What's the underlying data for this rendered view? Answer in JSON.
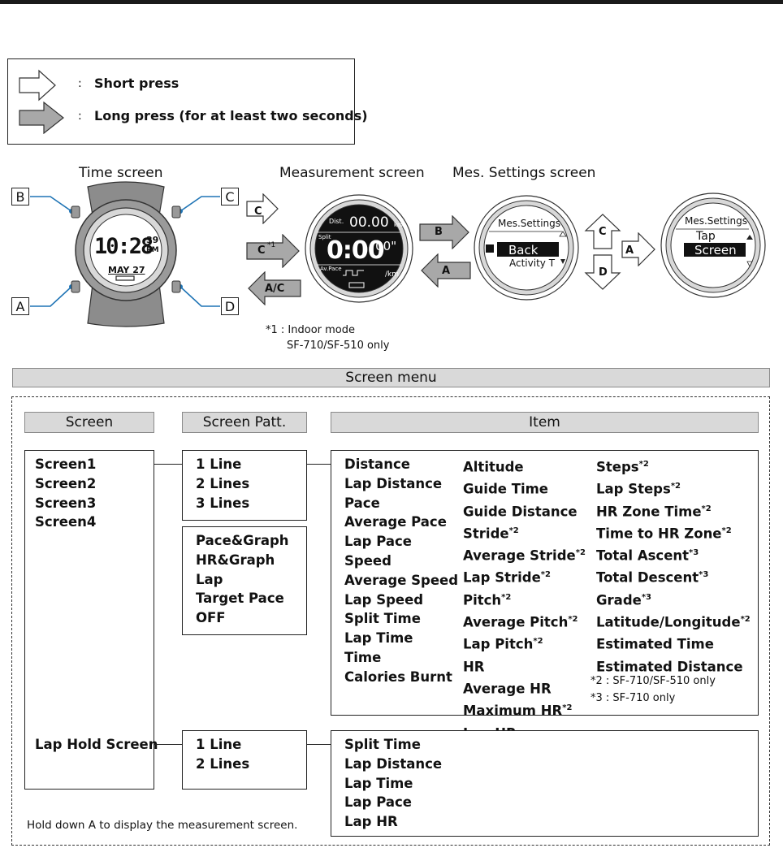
{
  "legend": {
    "short_colon": ":",
    "short_label": "Short press",
    "long_colon": ":",
    "long_label": "Long press (for at least two seconds)"
  },
  "screens": {
    "time_title": "Time screen",
    "measurement_title": "Measurement screen",
    "settings_title": "Mes. Settings screen"
  },
  "buttons": {
    "b": "B",
    "c": "C",
    "a": "A",
    "d": "D"
  },
  "watch_time": {
    "time": "10:28",
    "seconds": "39",
    "ampm": "PM",
    "date": "MAY 27"
  },
  "measurement_watch": {
    "dist_label": "Dist.",
    "dist_value": "00.00",
    "dist_unit": "km",
    "split_label": "Split",
    "split_value": "0:00",
    "split_sub": "'00\"",
    "pace_label": "Av.Pace",
    "pace_unit": "/km"
  },
  "settings_watch1": {
    "title": "Mes.Settings",
    "selected": "Back",
    "next": "Activity T"
  },
  "settings_watch2": {
    "title": "Mes.Settings",
    "line1": "Tap",
    "selected": "Screen"
  },
  "arrows": {
    "c_short": "C",
    "c_long": "C",
    "c_long_note": "*1",
    "ac_long": "A/C",
    "b_long": "B",
    "a_long": "A",
    "up_c": "C",
    "down_d": "D",
    "right_a": "A"
  },
  "footnote1": {
    "line1": "*1 : Indoor mode",
    "line2": "SF-710/SF-510 only"
  },
  "menu": {
    "title": "Screen menu",
    "col_screen": "Screen",
    "col_patt": "Screen Patt.",
    "col_item": "Item",
    "screens": [
      "Screen1",
      "Screen2",
      "Screen3",
      "Screen4"
    ],
    "patterns_a": [
      "1 Line",
      "2 Lines",
      "3 Lines"
    ],
    "patterns_b": [
      "Pace&Graph",
      "HR&Graph",
      "Lap",
      "Target Pace",
      "OFF"
    ],
    "items_col1": [
      "Distance",
      "Lap Distance",
      "Pace",
      "Average Pace",
      "Lap Pace",
      "Speed",
      "Average Speed",
      "Lap Speed",
      "Split Time",
      "Lap Time",
      "Time",
      "Calories Burnt"
    ],
    "items_col2": [
      {
        "t": "Altitude",
        "s": ""
      },
      {
        "t": "Guide Time",
        "s": ""
      },
      {
        "t": "Guide Distance",
        "s": ""
      },
      {
        "t": "Stride",
        "s": "*2"
      },
      {
        "t": "Average Stride",
        "s": "*2"
      },
      {
        "t": "Lap Stride",
        "s": "*2"
      },
      {
        "t": "Pitch",
        "s": "*2"
      },
      {
        "t": "Average Pitch",
        "s": "*2"
      },
      {
        "t": "Lap Pitch",
        "s": "*2"
      },
      {
        "t": "HR",
        "s": ""
      },
      {
        "t": "Average HR",
        "s": ""
      },
      {
        "t": "Maximum HR",
        "s": "*2"
      },
      {
        "t": "Lap HR",
        "s": ""
      }
    ],
    "items_col3": [
      {
        "t": "Steps",
        "s": "*2"
      },
      {
        "t": "Lap Steps",
        "s": "*2"
      },
      {
        "t": "HR Zone Time",
        "s": "*2"
      },
      {
        "t": "Time to HR Zone",
        "s": "*2"
      },
      {
        "t": "Total Ascent",
        "s": "*3"
      },
      {
        "t": "Total Descent",
        "s": "*3"
      },
      {
        "t": "Grade",
        "s": "*3"
      },
      {
        "t": "Latitude/Longitude",
        "s": "*2"
      },
      {
        "t": "Estimated Time",
        "s": ""
      },
      {
        "t": "Estimated Distance",
        "s": ""
      }
    ],
    "note2": "*2 : SF-710/SF-510 only",
    "note3": "*3 : SF-710 only",
    "lap_hold_screen": "Lap Hold Screen",
    "lap_patterns": [
      "1 Line",
      "2 Lines"
    ],
    "lap_items": [
      "Split Time",
      "Lap Distance",
      "Lap Time",
      "Lap Pace",
      "Lap HR"
    ],
    "hold_note": "Hold down A to display the measurement screen."
  }
}
